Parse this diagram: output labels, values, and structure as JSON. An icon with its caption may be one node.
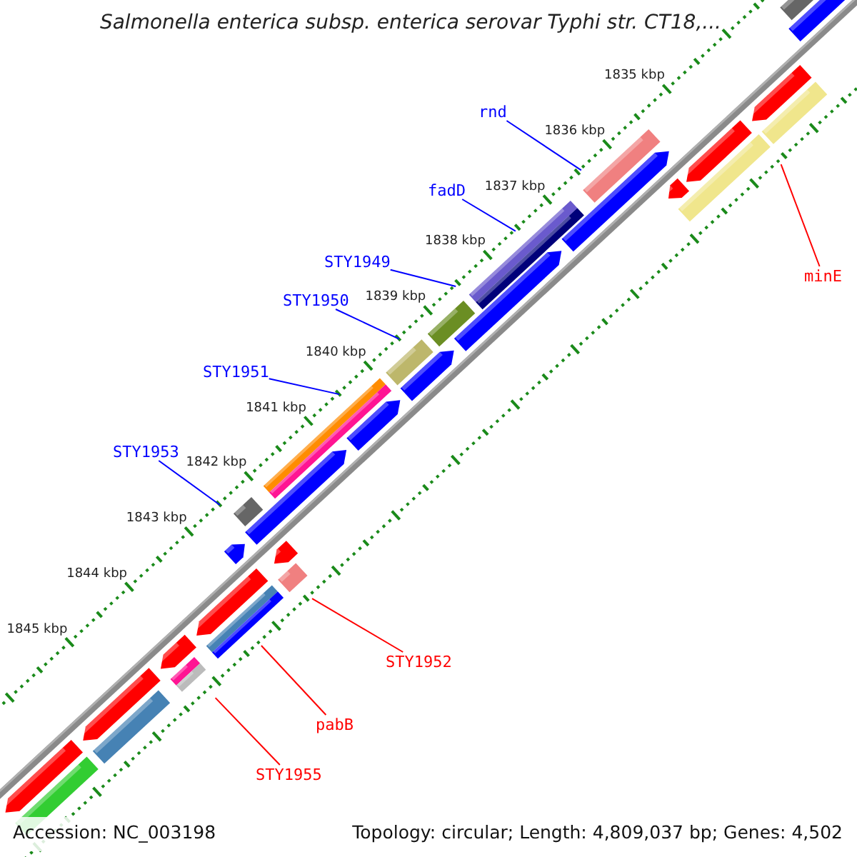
{
  "diagram": {
    "title": "Salmonella enterica subsp. enterica serovar Typhi str. CT18,...",
    "nodes": [
      {
        "text": [
          "rnd"
        ]
      },
      {
        "text": [
          "fadD"
        ]
      },
      {
        "text": [
          "STY1949"
        ]
      },
      {
        "text": [
          "STY1950"
        ]
      },
      {
        "text": [
          "STY1951"
        ]
      },
      {
        "text": [
          "STY1953"
        ]
      },
      {
        "text": [
          "minE"
        ]
      },
      {
        "text": [
          "STY1952"
        ]
      },
      {
        "text": [
          "pabB"
        ]
      },
      {
        "text": [
          "STY1955"
        ]
      }
    ],
    "edges": [
      {
        "from": 0,
        "to": null,
        "arrow": "none"
      },
      {
        "from": 1,
        "to": null,
        "arrow": "none"
      },
      {
        "from": 2,
        "to": null,
        "arrow": "none"
      },
      {
        "from": 3,
        "to": null,
        "arrow": "none"
      },
      {
        "from": 4,
        "to": null,
        "arrow": "none"
      },
      {
        "from": 5,
        "to": null,
        "arrow": "none"
      },
      {
        "from": 6,
        "to": null,
        "arrow": "none",
        "color": "#ff0000"
      },
      {
        "from": 7,
        "to": null,
        "arrow": "none",
        "color": "#ff0000"
      },
      {
        "from": 8,
        "to": null,
        "arrow": "none",
        "color": "#ff0000"
      },
      {
        "from": 9,
        "to": null,
        "arrow": "none",
        "color": "#ff0000"
      }
    ],
    "labels": [
      "1835 kbp",
      "1836 kbp",
      "1837 kbp",
      "1838 kbp",
      "1839 kbp",
      "1840 kbp",
      "1841 kbp",
      "1842 kbp",
      "1843 kbp",
      "1844 kbp",
      "1845 kbp",
      "Accession: NC_003198",
      "Topology: circular; Length: 4,809,037 bp; Genes: 4,502"
    ]
  }
}
